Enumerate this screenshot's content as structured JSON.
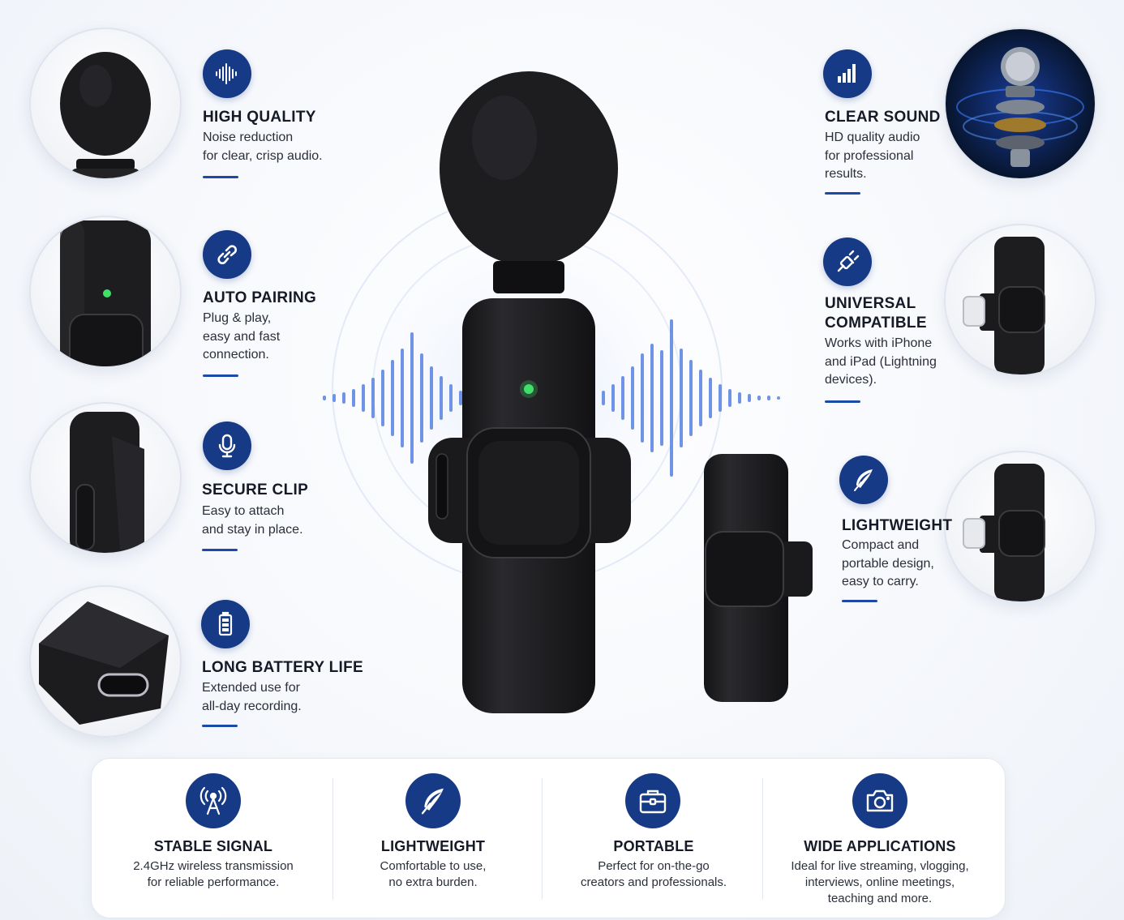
{
  "features_left": [
    {
      "title": "HIGH QUALITY",
      "desc": "Noise reduction\nfor clear, crisp audio.",
      "icon": "sound-wave-icon"
    },
    {
      "title": "AUTO PAIRING",
      "desc": "Plug & play,\neasy and fast\nconnection.",
      "icon": "link-icon"
    },
    {
      "title": "SECURE CLIP",
      "desc": "Easy to attach\nand stay in place.",
      "icon": "microphone-icon"
    },
    {
      "title": "LONG BATTERY LIFE",
      "desc": "Extended use for\nall-day recording.",
      "icon": "battery-icon"
    }
  ],
  "features_right": [
    {
      "title": "CLEAR SOUND",
      "desc": "HD quality audio\nfor professional\nresults.",
      "icon": "signal-bars-icon"
    },
    {
      "title": "UNIVERSAL\nCOMPATIBLE",
      "desc": "Works with iPhone\nand iPad (Lightning\ndevices).",
      "icon": "plug-icon"
    },
    {
      "title": "LIGHTWEIGHT",
      "desc": "Compact and\nportable design,\neasy to carry.",
      "icon": "feather-icon"
    }
  ],
  "bottom_features": [
    {
      "title": "STABLE SIGNAL",
      "desc": "2.4GHz wireless transmission\nfor reliable performance.",
      "icon": "antenna-icon"
    },
    {
      "title": "LIGHTWEIGHT",
      "desc": "Comfortable to use,\nno extra burden.",
      "icon": "feather-icon"
    },
    {
      "title": "PORTABLE",
      "desc": "Perfect for on-the-go\ncreators and professionals.",
      "icon": "briefcase-icon"
    },
    {
      "title": "WIDE APPLICATIONS",
      "desc": "Ideal for live streaming, vlogging,\ninterviews, online meetings,\nteaching and more.",
      "icon": "camera-icon"
    }
  ],
  "colors": {
    "accent": "#173a86",
    "rule": "#1d4aa8",
    "led": "#3ee06a"
  }
}
